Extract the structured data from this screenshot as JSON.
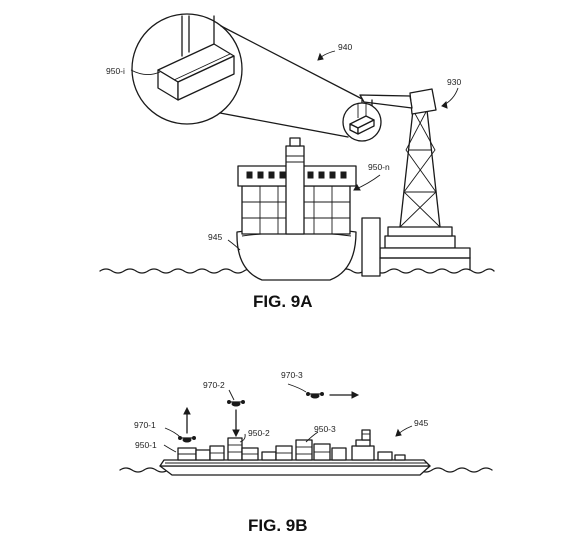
{
  "figures": [
    {
      "caption": "FIG. 9A",
      "labels": {
        "callout": "940",
        "crane": "930",
        "container_detail": "950-i",
        "container_stack": "950-n",
        "ship": "945"
      }
    },
    {
      "caption": "FIG. 9B",
      "labels": {
        "drone_1": "970-1",
        "drone_2": "970-2",
        "drone_3": "970-3",
        "container_1": "950-1",
        "container_2": "950-2",
        "container_3": "950-3",
        "ship": "945"
      }
    }
  ]
}
